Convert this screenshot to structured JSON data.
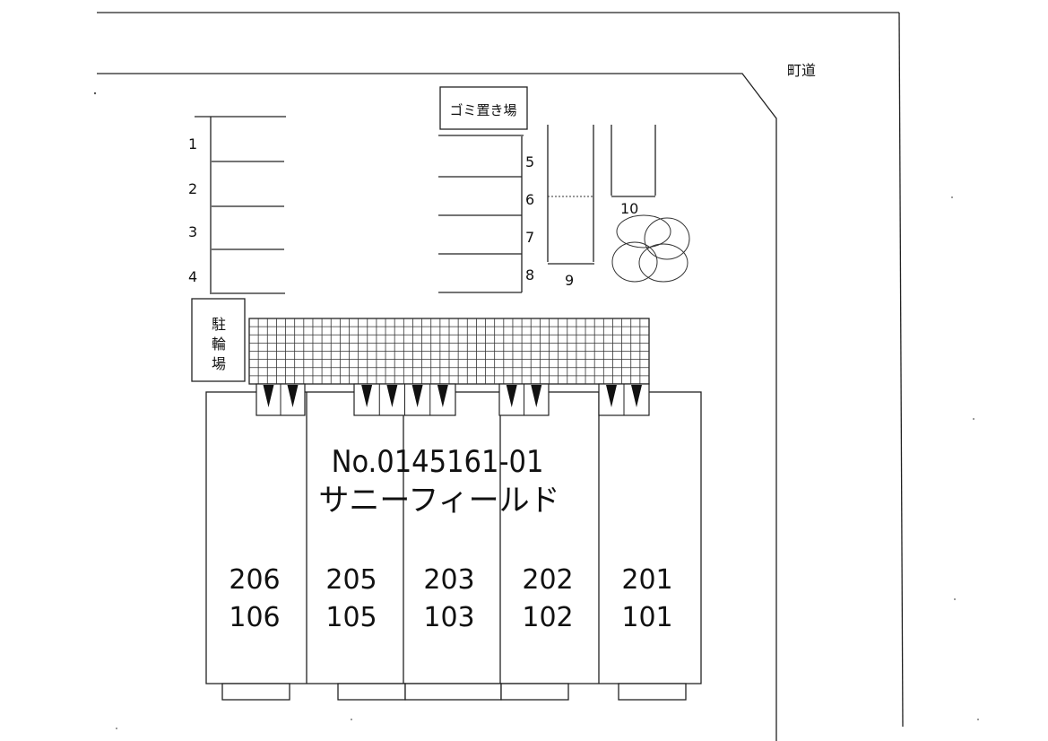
{
  "road_label": "町道",
  "garbage_label": "ゴミ置き場",
  "bike_parking_label": [
    "駐",
    "輪",
    "場"
  ],
  "parking_spaces": [
    "1",
    "2",
    "3",
    "4",
    "5",
    "6",
    "7",
    "8",
    "9",
    "10"
  ],
  "building": {
    "number": "No.0145161-01",
    "name": "サニーフィールド",
    "units_upper": [
      "206",
      "205",
      "203",
      "202",
      "201"
    ],
    "units_lower": [
      "106",
      "105",
      "103",
      "102",
      "101"
    ]
  }
}
